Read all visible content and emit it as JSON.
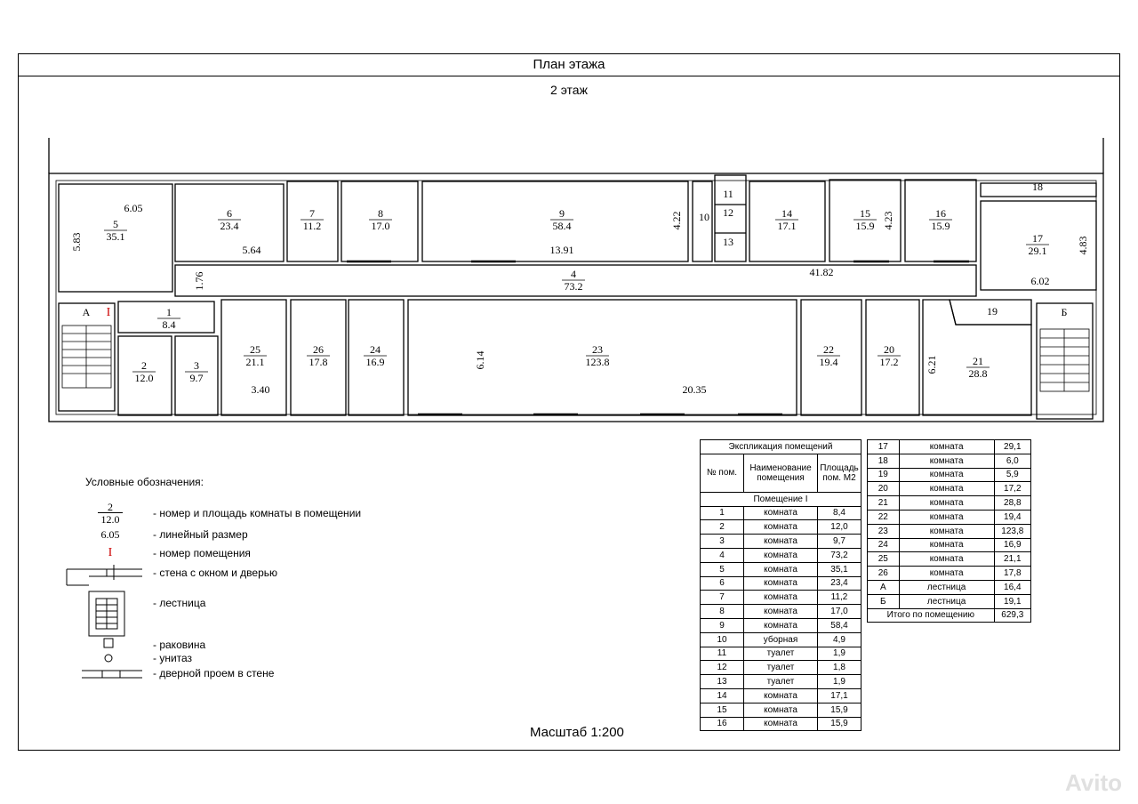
{
  "header": {
    "title": "План этажа",
    "floor": "2 этаж"
  },
  "scale": "Масштаб 1:200",
  "rooms": [
    {
      "num": "5",
      "area": "35.1"
    },
    {
      "num": "6",
      "area": "23.4"
    },
    {
      "num": "7",
      "area": "11.2"
    },
    {
      "num": "8",
      "area": "17.0"
    },
    {
      "num": "9",
      "area": "58.4"
    },
    {
      "num": "10",
      "area": ""
    },
    {
      "num": "11",
      "area": ""
    },
    {
      "num": "12",
      "area": ""
    },
    {
      "num": "13",
      "area": ""
    },
    {
      "num": "14",
      "area": "17.1"
    },
    {
      "num": "15",
      "area": "15.9"
    },
    {
      "num": "16",
      "area": "15.9"
    },
    {
      "num": "17",
      "area": "29.1"
    },
    {
      "num": "18",
      "area": ""
    },
    {
      "num": "4",
      "area": "73.2"
    },
    {
      "num": "1",
      "area": "8.4"
    },
    {
      "num": "2",
      "area": "12.0"
    },
    {
      "num": "3",
      "area": "9.7"
    },
    {
      "num": "25",
      "area": "21.1"
    },
    {
      "num": "26",
      "area": "17.8"
    },
    {
      "num": "24",
      "area": "16.9"
    },
    {
      "num": "23",
      "area": "123.8"
    },
    {
      "num": "22",
      "area": "19.4"
    },
    {
      "num": "20",
      "area": "17.2"
    },
    {
      "num": "21",
      "area": "28.8"
    },
    {
      "num": "19",
      "area": ""
    },
    {
      "num": "А",
      "area": ""
    },
    {
      "num": "Б",
      "area": ""
    }
  ],
  "dimensions": [
    "6.05",
    "5.83",
    "5.64",
    "13.91",
    "4.22",
    "4.23",
    "4.83",
    "6.02",
    "41.82",
    "1.76",
    "6.14",
    "20.35",
    "3.40",
    "6.21"
  ],
  "premise_mark": "I",
  "legend": {
    "title": "Условные обозначения:",
    "items": [
      "- номер и площадь комнаты в помещении",
      "- линейный размер",
      "- номер помещения",
      "- стена с окном и дверью",
      "- лестница",
      "- раковина",
      "- унитаз",
      "- дверной проем в стене"
    ],
    "sample_num": "2",
    "sample_area": "12.0",
    "sample_dim": "6.05",
    "sample_premise": "I"
  },
  "explication": {
    "title": "Экспликация помещений",
    "col_num": "№ пом.",
    "col_name": "Наименование помещения",
    "col_area": "Площадь пом. М2",
    "section": "Помещение I",
    "rows_left": [
      [
        "1",
        "комната",
        "8,4"
      ],
      [
        "2",
        "комната",
        "12,0"
      ],
      [
        "3",
        "комната",
        "9,7"
      ],
      [
        "4",
        "комната",
        "73,2"
      ],
      [
        "5",
        "комната",
        "35,1"
      ],
      [
        "6",
        "комната",
        "23,4"
      ],
      [
        "7",
        "комната",
        "11,2"
      ],
      [
        "8",
        "комната",
        "17,0"
      ],
      [
        "9",
        "комната",
        "58,4"
      ],
      [
        "10",
        "уборная",
        "4,9"
      ],
      [
        "11",
        "туалет",
        "1,9"
      ],
      [
        "12",
        "туалет",
        "1,8"
      ],
      [
        "13",
        "туалет",
        "1,9"
      ],
      [
        "14",
        "комната",
        "17,1"
      ],
      [
        "15",
        "комната",
        "15,9"
      ],
      [
        "16",
        "комната",
        "15,9"
      ]
    ],
    "rows_right": [
      [
        "17",
        "комната",
        "29,1"
      ],
      [
        "18",
        "комната",
        "6,0"
      ],
      [
        "19",
        "комната",
        "5,9"
      ],
      [
        "20",
        "комната",
        "17,2"
      ],
      [
        "21",
        "комната",
        "28,8"
      ],
      [
        "22",
        "комната",
        "19,4"
      ],
      [
        "23",
        "комната",
        "123,8"
      ],
      [
        "24",
        "комната",
        "16,9"
      ],
      [
        "25",
        "комната",
        "21,1"
      ],
      [
        "26",
        "комната",
        "17,8"
      ],
      [
        "А",
        "лестница",
        "16,4"
      ],
      [
        "Б",
        "лестница",
        "19,1"
      ]
    ],
    "total_label": "Итого по помещению",
    "total_value": "629,3"
  },
  "watermark": "Avito"
}
